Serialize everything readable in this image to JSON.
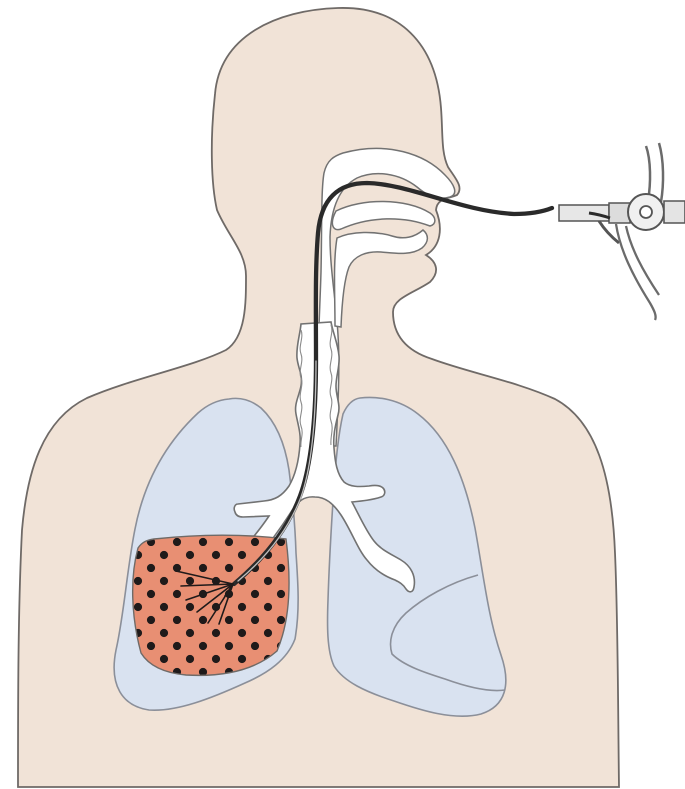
{
  "diagram": {
    "colors": {
      "background": "#ffffff",
      "body_fill": "#f1e3d7",
      "body_outline": "#6f6a67",
      "lung_fill": "#d9e2f0",
      "lung_outline": "#8b8f99",
      "airway_fill": "#ffffff",
      "airway_outline": "#727272",
      "lavage_fill": "#e88f73",
      "lavage_dot": "#1f1a1a",
      "scope_line": "#2a2a2a",
      "scope_body": "#d8d8d8"
    },
    "icons": [
      "human-silhouette",
      "lungs",
      "trachea",
      "bronchoscope",
      "lavage-region"
    ]
  }
}
